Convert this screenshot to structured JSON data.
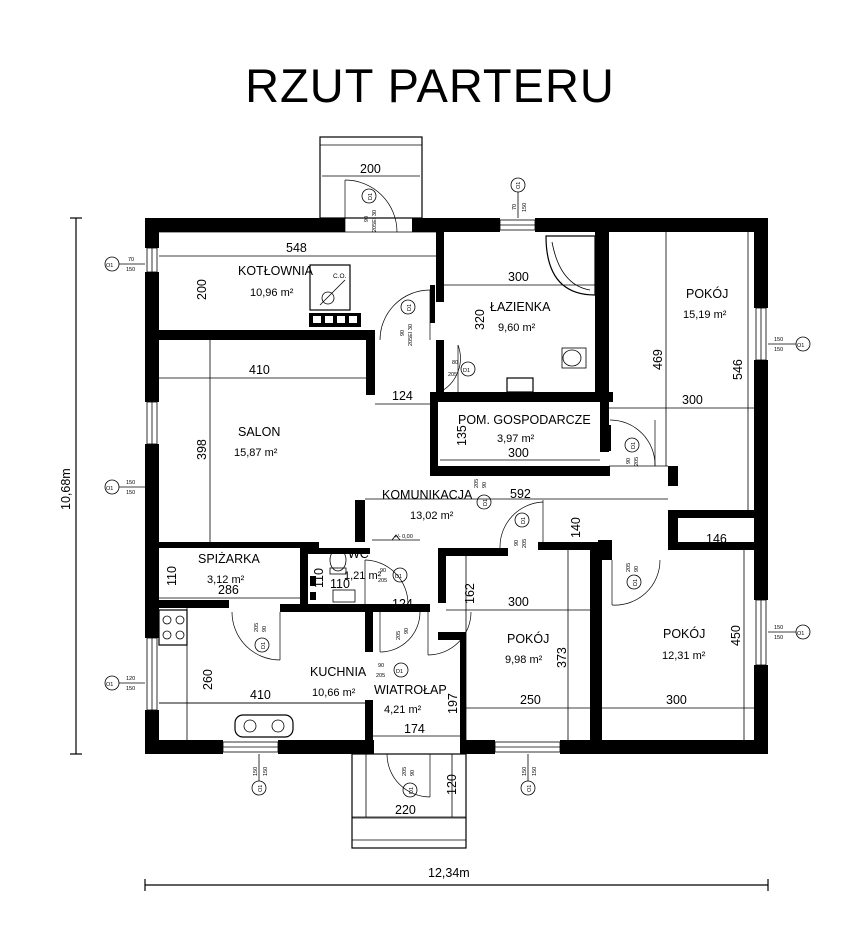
{
  "title": "RZUT PARTERU",
  "overall": {
    "width": "12,34m",
    "depth": "10,68m"
  },
  "rooms": {
    "kotlownia": {
      "name": "KOTŁOWNIA",
      "area": "10,96 m²"
    },
    "lazienka": {
      "name": "ŁAZIENKA",
      "area": "9,60 m²"
    },
    "pokoj1": {
      "name": "POKÓJ",
      "area": "15,19 m²"
    },
    "salon": {
      "name": "SALON",
      "area": "15,87 m²"
    },
    "gosp": {
      "name": "POM. GOSPODARCZE",
      "area": "3,97 m²"
    },
    "komunikacja": {
      "name": "KOMUNIKACJA",
      "area": "13,02 m²"
    },
    "spizarka": {
      "name": "SPIŻARKA",
      "area": "3,12 m²"
    },
    "wc": {
      "name": "WC",
      "area": "1,21 m²"
    },
    "kuchnia": {
      "name": "KUCHNIA",
      "area": "10,66 m²"
    },
    "wiatrolap": {
      "name": "WIATROŁAP",
      "area": "4,21 m²"
    },
    "pokoj2": {
      "name": "POKÓJ",
      "area": "9,98 m²"
    },
    "pokoj3": {
      "name": "POKÓJ",
      "area": "12,31 m²"
    }
  },
  "dims": {
    "d200": "200",
    "d548": "548",
    "d200v": "200",
    "d300a": "300",
    "d320": "320",
    "d469": "469",
    "d546": "546",
    "d300b": "300",
    "d410a": "410",
    "d124a": "124",
    "d398": "398",
    "d135": "135",
    "d300c": "300",
    "d592": "592",
    "d140": "140",
    "d146": "146",
    "d110a": "110",
    "d286": "286",
    "d110b": "110",
    "d110c": "110",
    "d124b": "124",
    "d162": "162",
    "d300d": "300",
    "d373": "373",
    "d450": "450",
    "d260": "260",
    "d410b": "410",
    "d197": "197",
    "d174": "174",
    "d250": "250",
    "d300e": "300",
    "d120": "120",
    "d220": "220"
  },
  "windows": {
    "o1": "O1",
    "s70": "70",
    "s150": "150",
    "s120": "120"
  },
  "doors": {
    "d1": "D1",
    "d90": "90",
    "d205": "205",
    "d205ei30": "205EI 30",
    "d80": "80"
  },
  "misc": {
    "co": "C.O.",
    "level": "+/- 0,00"
  }
}
